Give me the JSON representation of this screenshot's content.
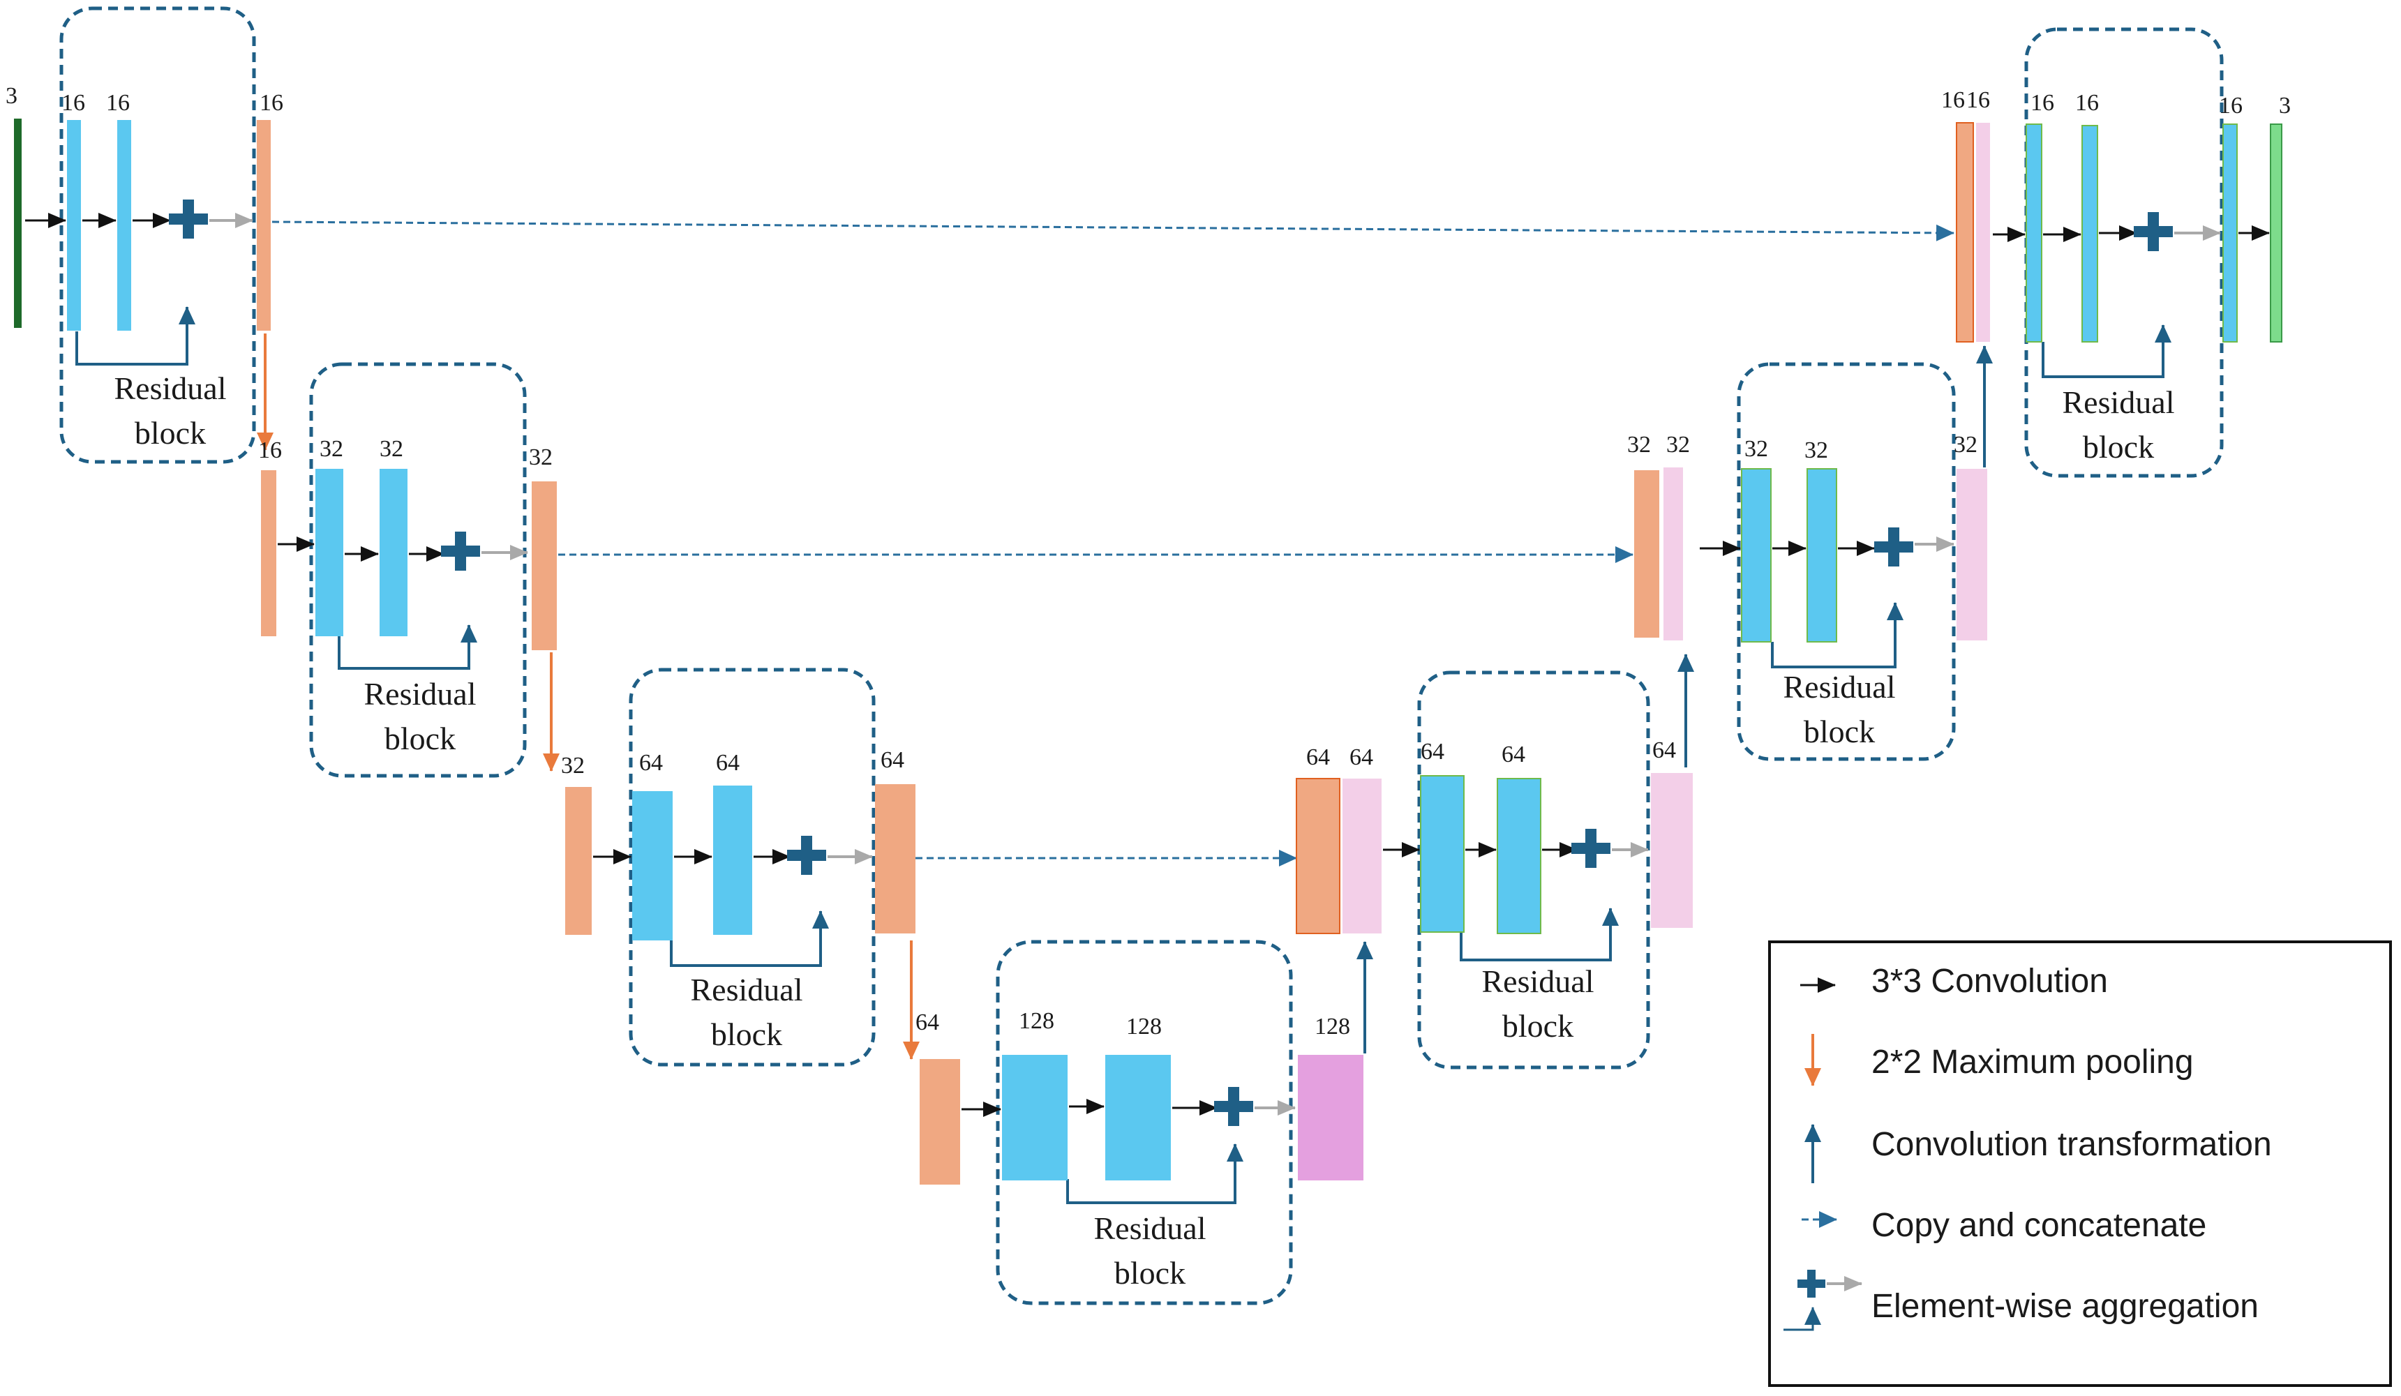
{
  "colors": {
    "conv_block": "#5bc8f0",
    "conv_block_edge": "#6fba4a",
    "pool_block": "#f0a882",
    "concat_block": "#f3cfe8",
    "bottleneck_up": "#e4a0df",
    "input_bar": "#1e6a2a",
    "output_bar": "#7ddc8c",
    "conv_arrow": "#111111",
    "pool_arrow": "#e97a3c",
    "transform_arrow": "#1f5f86",
    "copy_arrow": "#2a6f9e",
    "aggregation": "#1f5f86",
    "aggregation_out": "#a9a9a9",
    "residual_frame": "#1f5f86"
  },
  "channels": {
    "input": "3",
    "enc1_conv_a": "16",
    "enc1_conv_b": "16",
    "enc1_out": "16",
    "enc2_in": "16",
    "enc2_conv_a": "32",
    "enc2_conv_b": "32",
    "enc2_out": "32",
    "enc3_in": "32",
    "enc3_conv_a": "64",
    "enc3_conv_b": "64",
    "enc3_out": "64",
    "bott_in": "64",
    "bott_conv_a": "128",
    "bott_conv_b": "128",
    "bott_up": "128",
    "dec3_pool": "64",
    "dec3_concat": "64",
    "dec3_conv_a": "64",
    "dec3_conv_b": "64",
    "dec3_up": "64",
    "dec2_pool": "32",
    "dec2_concat": "32",
    "dec2_conv_a": "32",
    "dec2_conv_b": "32",
    "dec2_up": "32",
    "dec1_pool": "16",
    "dec1_concat": "16",
    "dec1_conv_a": "16",
    "dec1_conv_b": "16",
    "dec1_out": "16",
    "output": "3"
  },
  "residual": {
    "line1": "Residual",
    "line2": "block"
  },
  "legend": {
    "items": [
      {
        "icon": "conv-arrow-icon",
        "label": "3*3 Convolution"
      },
      {
        "icon": "pool-arrow-icon",
        "label": "2*2 Maximum pooling"
      },
      {
        "icon": "transform-arrow-icon",
        "label": "Convolution transformation"
      },
      {
        "icon": "copy-arrow-icon",
        "label": "Copy and concatenate"
      },
      {
        "icon": "aggregation-icon",
        "label": "Element-wise aggregation"
      }
    ]
  }
}
